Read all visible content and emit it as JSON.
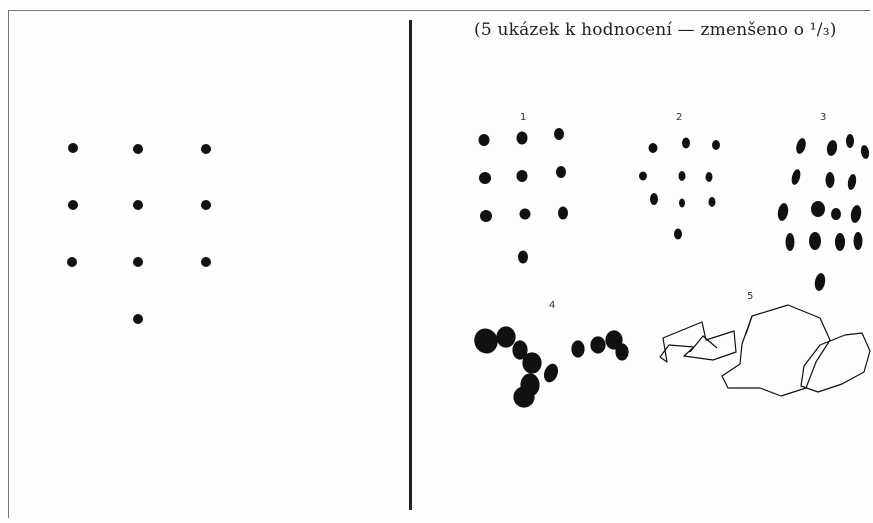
{
  "caption": "(5 ukázek k hodnocení — zmenšeno o ¹/₃)",
  "sample_labels": [
    "1",
    "2",
    "3",
    "4",
    "5"
  ],
  "colors": {
    "ink": "#111111",
    "rule": "#222222",
    "paper": "#fdfdfd"
  }
}
